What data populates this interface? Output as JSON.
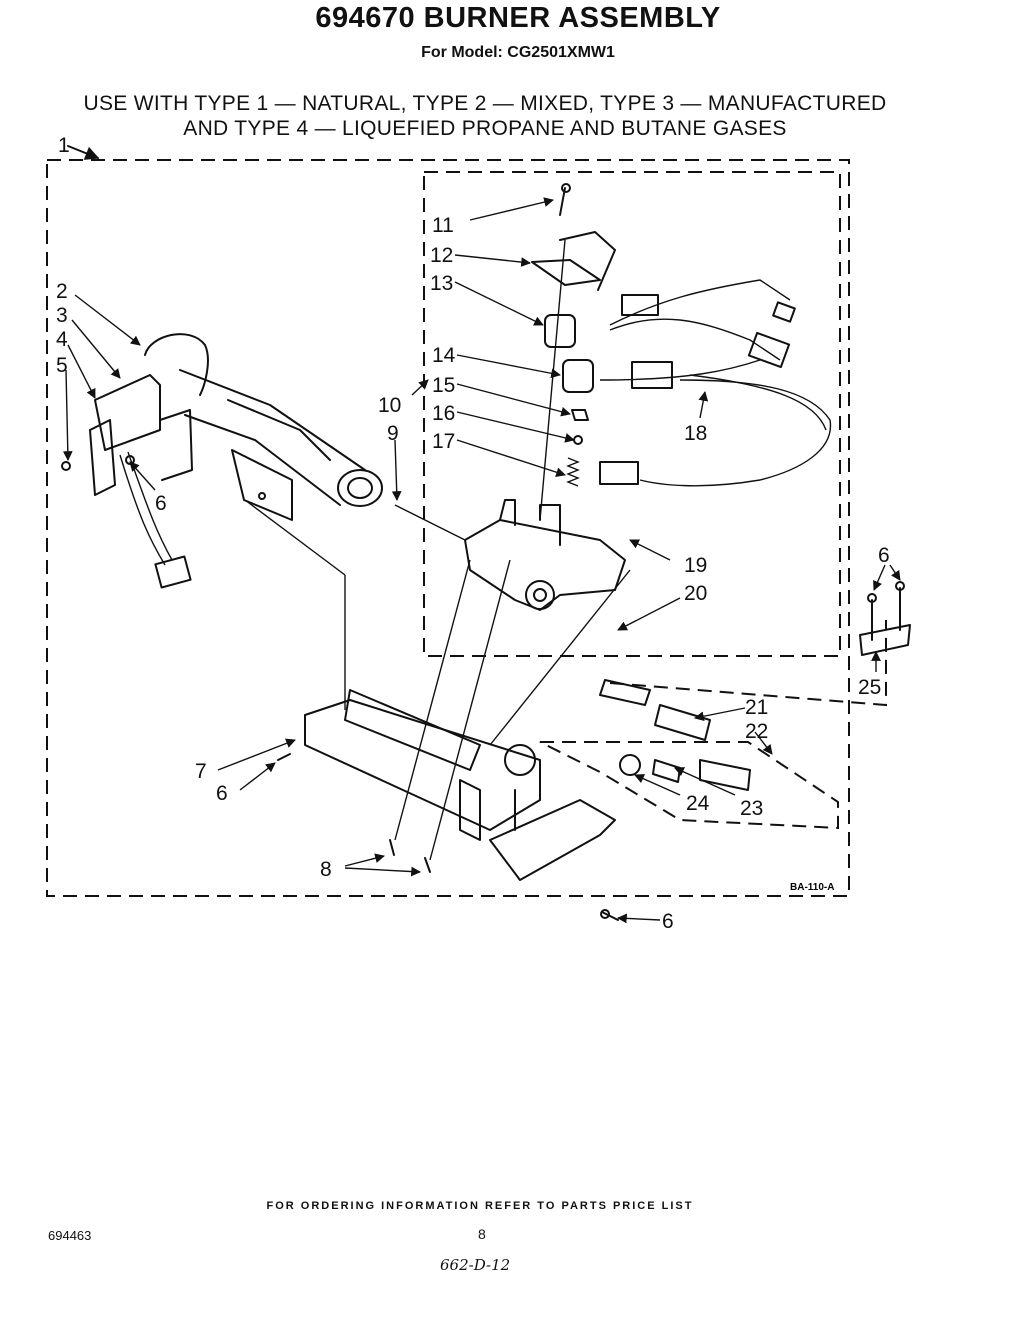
{
  "title": "694670 BURNER ASSEMBLY",
  "model": "For Model: CG2501XMW1",
  "usage_line1": "USE WITH TYPE 1 — NATURAL, TYPE 2 — MIXED, TYPE 3 — MANUFACTURED",
  "usage_line2": "AND TYPE 4 — LIQUEFIED PROPANE AND BUTANE GASES",
  "drawing_ref": "BA-110-A",
  "callouts": [
    {
      "id": "c1",
      "label": "1"
    },
    {
      "id": "c2",
      "label": "2"
    },
    {
      "id": "c3",
      "label": "3"
    },
    {
      "id": "c4",
      "label": "4"
    },
    {
      "id": "c5",
      "label": "5"
    },
    {
      "id": "c6a",
      "label": "6"
    },
    {
      "id": "c6b",
      "label": "6"
    },
    {
      "id": "c6c",
      "label": "6"
    },
    {
      "id": "c6d",
      "label": "6"
    },
    {
      "id": "c7",
      "label": "7"
    },
    {
      "id": "c8",
      "label": "8"
    },
    {
      "id": "c9",
      "label": "9"
    },
    {
      "id": "c10",
      "label": "10"
    },
    {
      "id": "c11",
      "label": "11"
    },
    {
      "id": "c12",
      "label": "12"
    },
    {
      "id": "c13",
      "label": "13"
    },
    {
      "id": "c14",
      "label": "14"
    },
    {
      "id": "c15",
      "label": "15"
    },
    {
      "id": "c16",
      "label": "16"
    },
    {
      "id": "c17",
      "label": "17"
    },
    {
      "id": "c18",
      "label": "18"
    },
    {
      "id": "c19",
      "label": "19"
    },
    {
      "id": "c20",
      "label": "20"
    },
    {
      "id": "c21",
      "label": "21"
    },
    {
      "id": "c22",
      "label": "22"
    },
    {
      "id": "c23",
      "label": "23"
    },
    {
      "id": "c24",
      "label": "24"
    },
    {
      "id": "c25",
      "label": "25"
    }
  ],
  "footer": "FOR ORDERING INFORMATION REFER TO PARTS PRICE LIST",
  "doc_number": "694463",
  "page_number": "8",
  "handwritten_code": "662-D-12"
}
